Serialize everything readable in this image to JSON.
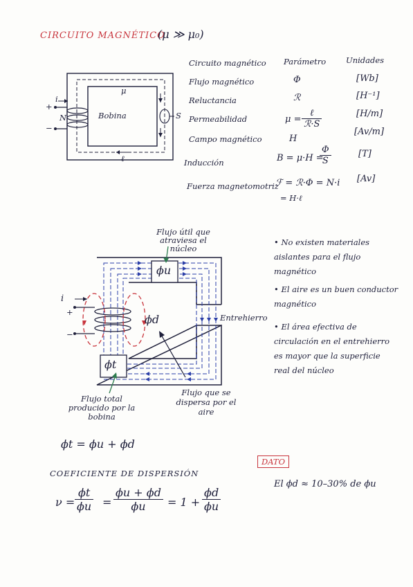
{
  "title": "CIRCUITO MAGNÉTICO",
  "title_cond": "(μ ≫ μ₀)",
  "table": {
    "headers": [
      "Circuito magnético",
      "Parámetro",
      "Unidades"
    ],
    "rows": [
      {
        "name": "Flujo magnético",
        "param": "Φ",
        "unit": "[Wb]"
      },
      {
        "name": "Reluctancia",
        "param": "ℛ",
        "unit": "[H⁻¹]"
      },
      {
        "name": "Permeabilidad",
        "param": "μ = ℓ / ℛ·S",
        "unit": "[H/m]"
      },
      {
        "name": "Campo magnético",
        "param": "H",
        "unit": "[Av/m]"
      },
      {
        "name": "Inducción",
        "param": "B = μ·H = Φ/S",
        "unit": "[T]"
      },
      {
        "name": "Fuerza magnetomotriz",
        "param": "ℱ = ℛ·Φ = N·i",
        "unit": "[Av]"
      }
    ],
    "fmm_extra": "= H·ℓ"
  },
  "fig1": {
    "i": "i",
    "plus": "+",
    "minus": "−",
    "n": "N",
    "bobina": "Bobina",
    "mu": "μ",
    "s": "S",
    "l": "ℓ"
  },
  "fig2": {
    "flujo_util": "Flujo útil que atraviesa el núcleo",
    "phi_u": "ϕu",
    "phi_d": "ϕd",
    "phi_t": "ϕt",
    "entrehierro": "Entrehierro",
    "flujo_total": "Flujo total producido por la bobina",
    "flujo_dispersa": "Flujo que se dispersa por el aire",
    "i": "i",
    "plus": "+",
    "minus": "−"
  },
  "bullets": [
    "No existen materiales aislantes para el flujo magnético",
    "El aire es un buen conductor magnético",
    "El área efectiva de circulación en el entrehierro es mayor que la superficie real del núcleo"
  ],
  "eq_sum": "ϕt = ϕu + ϕd",
  "coef_title": "COEFICIENTE DE DISPERSIÓN",
  "coef": {
    "v": "ν =",
    "n1": "ϕt",
    "d1": "ϕu",
    "eq": "=",
    "n2": "ϕu + ϕd",
    "d2": "ϕu",
    "eq2": "= 1 +",
    "n3": "ϕd",
    "d3": "ϕu"
  },
  "dato_label": "DATO",
  "dato_text": "El ϕd ≈ 10–30% de ϕu",
  "colors": {
    "ink": "#1e1f3a",
    "red": "#c8343c",
    "green": "#2e7d4f",
    "blue": "#2c3fa8"
  }
}
